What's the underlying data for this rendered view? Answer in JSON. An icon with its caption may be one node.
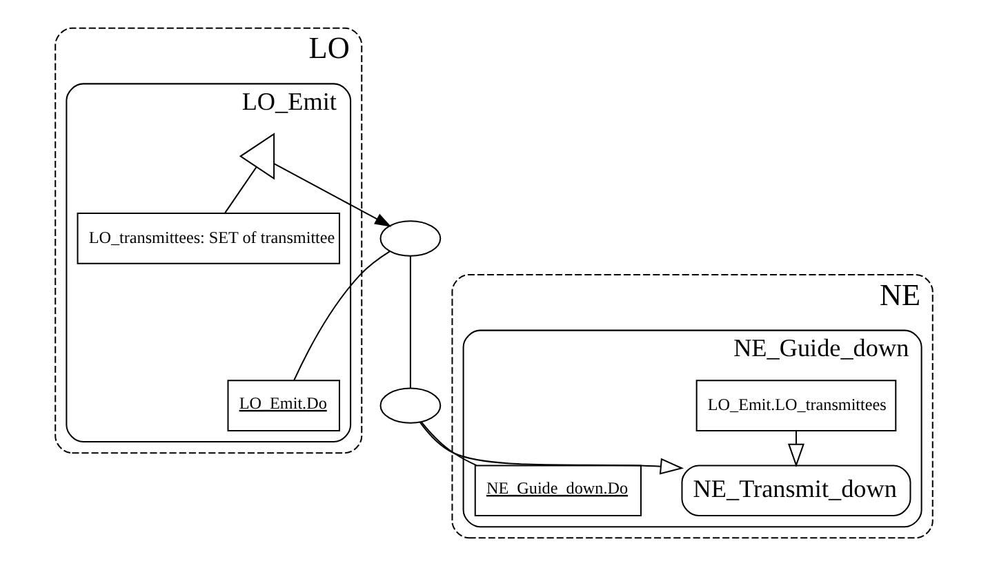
{
  "diagram": {
    "nodes": [
      {
        "text": [
          "LO"
        ]
      },
      {
        "text": [
          "LO_Emit"
        ],
        "in": 0
      },
      {
        "text": [],
        "shape": "triangle",
        "in": 1
      },
      {
        "text": [
          "LO_transmittees: SET of transmittee"
        ],
        "in": 1
      },
      {
        "text": [
          "LO_Emit.Do"
        ],
        "in": 1
      },
      {
        "text": [],
        "shape": "semicircle"
      },
      {
        "text": [],
        "shape": "semicircle"
      },
      {
        "text": [
          "NE"
        ]
      },
      {
        "text": [
          "NE_Guide_down"
        ],
        "in": 7
      },
      {
        "text": [
          "NE_Transmit_down"
        ],
        "in": 8
      },
      {
        "text": [
          "LO_Emit.LO_transmittees"
        ],
        "in": 8
      },
      {
        "text": [
          "NE_Guide_down.Do"
        ],
        "in": 8
      }
    ],
    "edges": [
      {
        "from": 2,
        "to": 3,
        "arrow": "none"
      },
      {
        "from": 2,
        "to": 5,
        "arrow": "to"
      },
      {
        "from": 5,
        "to": 4,
        "arrow": "none"
      },
      {
        "from": 5,
        "to": 6,
        "arrow": "none"
      },
      {
        "from": 6,
        "to": 11,
        "arrow": "none"
      },
      {
        "from": 6,
        "to": 9,
        "arrow": "to"
      },
      {
        "from": 10,
        "to": 9,
        "arrow": "to"
      }
    ]
  }
}
